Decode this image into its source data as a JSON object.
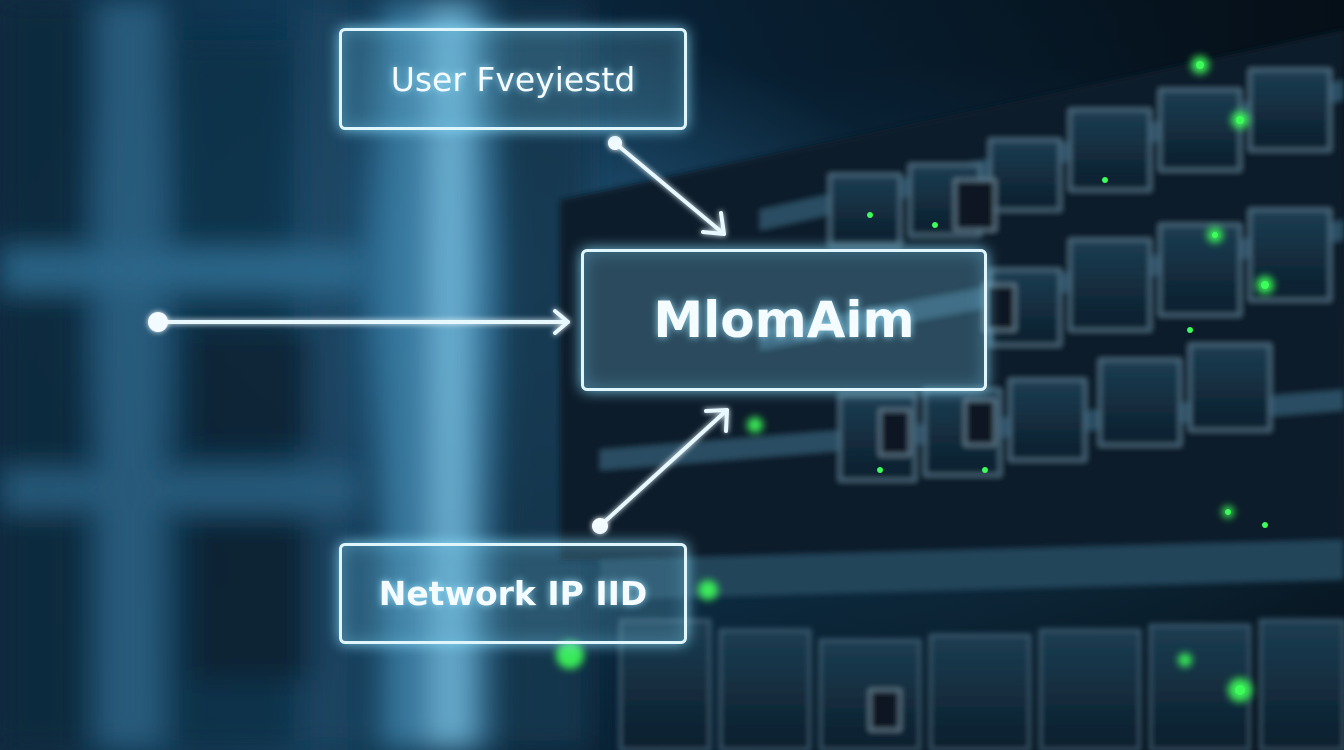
{
  "nodes": {
    "top": {
      "label": "User Fveyiestd"
    },
    "center": {
      "label": "MlomAim"
    },
    "bottom": {
      "label": "Network IP IID"
    }
  },
  "colors": {
    "box_border": "#dff6ff",
    "glow": "#8ce1ff",
    "arrow": "#e8f8ff",
    "led_green": "#3cff5a",
    "background_dark": "#02101a",
    "background_blue": "#123e5a"
  }
}
